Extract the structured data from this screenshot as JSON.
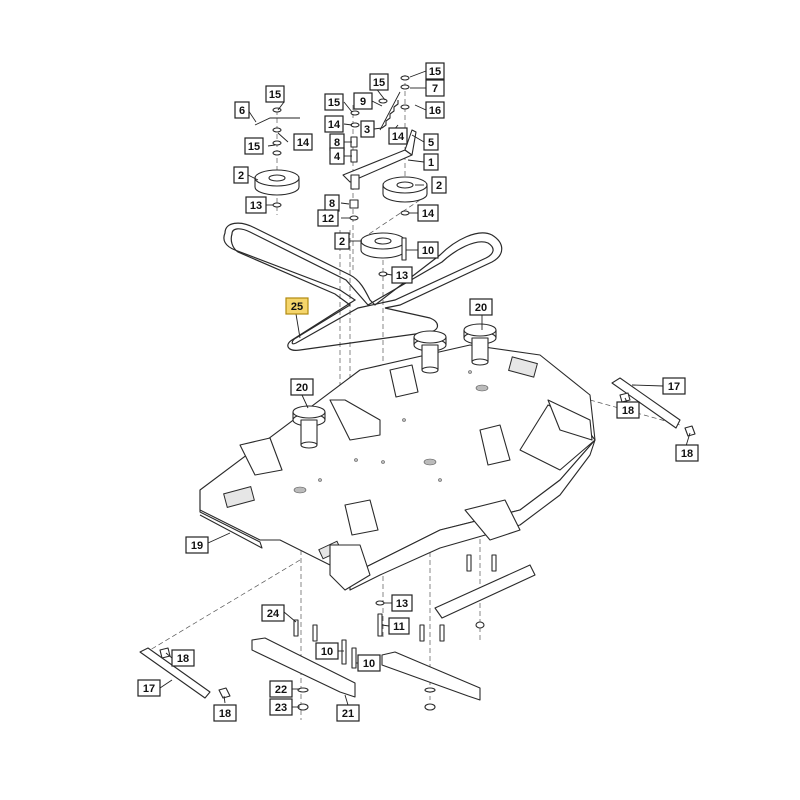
{
  "diagram": {
    "highlight_color": "#f5d56b",
    "callouts": [
      {
        "id": "c-15-a",
        "text": "15"
      },
      {
        "id": "c-7",
        "text": "7"
      },
      {
        "id": "c-15-b",
        "text": "15"
      },
      {
        "id": "c-9",
        "text": "9"
      },
      {
        "id": "c-16",
        "text": "16"
      },
      {
        "id": "c-15-c",
        "text": "15"
      },
      {
        "id": "c-14-a",
        "text": "14"
      },
      {
        "id": "c-3",
        "text": "3"
      },
      {
        "id": "c-14-b",
        "text": "14"
      },
      {
        "id": "c-5",
        "text": "5"
      },
      {
        "id": "c-8-a",
        "text": "8"
      },
      {
        "id": "c-4",
        "text": "4"
      },
      {
        "id": "c-1",
        "text": "1"
      },
      {
        "id": "c-6",
        "text": "6"
      },
      {
        "id": "c-15-d",
        "text": "15"
      },
      {
        "id": "c-15-e",
        "text": "15"
      },
      {
        "id": "c-14-c",
        "text": "14"
      },
      {
        "id": "c-2-a",
        "text": "2"
      },
      {
        "id": "c-2-b",
        "text": "2"
      },
      {
        "id": "c-13-a",
        "text": "13"
      },
      {
        "id": "c-8-b",
        "text": "8"
      },
      {
        "id": "c-12",
        "text": "12"
      },
      {
        "id": "c-14-d",
        "text": "14"
      },
      {
        "id": "c-2-c",
        "text": "2"
      },
      {
        "id": "c-10-a",
        "text": "10"
      },
      {
        "id": "c-13-b",
        "text": "13"
      },
      {
        "id": "c-25",
        "text": "25",
        "highlight": true
      },
      {
        "id": "c-20-a",
        "text": "20"
      },
      {
        "id": "c-20-b",
        "text": "20"
      },
      {
        "id": "c-17-a",
        "text": "17"
      },
      {
        "id": "c-18-a",
        "text": "18"
      },
      {
        "id": "c-18-b",
        "text": "18"
      },
      {
        "id": "c-19",
        "text": "19"
      },
      {
        "id": "c-13-c",
        "text": "13"
      },
      {
        "id": "c-24",
        "text": "24"
      },
      {
        "id": "c-11",
        "text": "11"
      },
      {
        "id": "c-10-b",
        "text": "10"
      },
      {
        "id": "c-10-c",
        "text": "10"
      },
      {
        "id": "c-18-c",
        "text": "18"
      },
      {
        "id": "c-17-b",
        "text": "17"
      },
      {
        "id": "c-22",
        "text": "22"
      },
      {
        "id": "c-23",
        "text": "23"
      },
      {
        "id": "c-21",
        "text": "21"
      },
      {
        "id": "c-18-d",
        "text": "18"
      }
    ]
  }
}
